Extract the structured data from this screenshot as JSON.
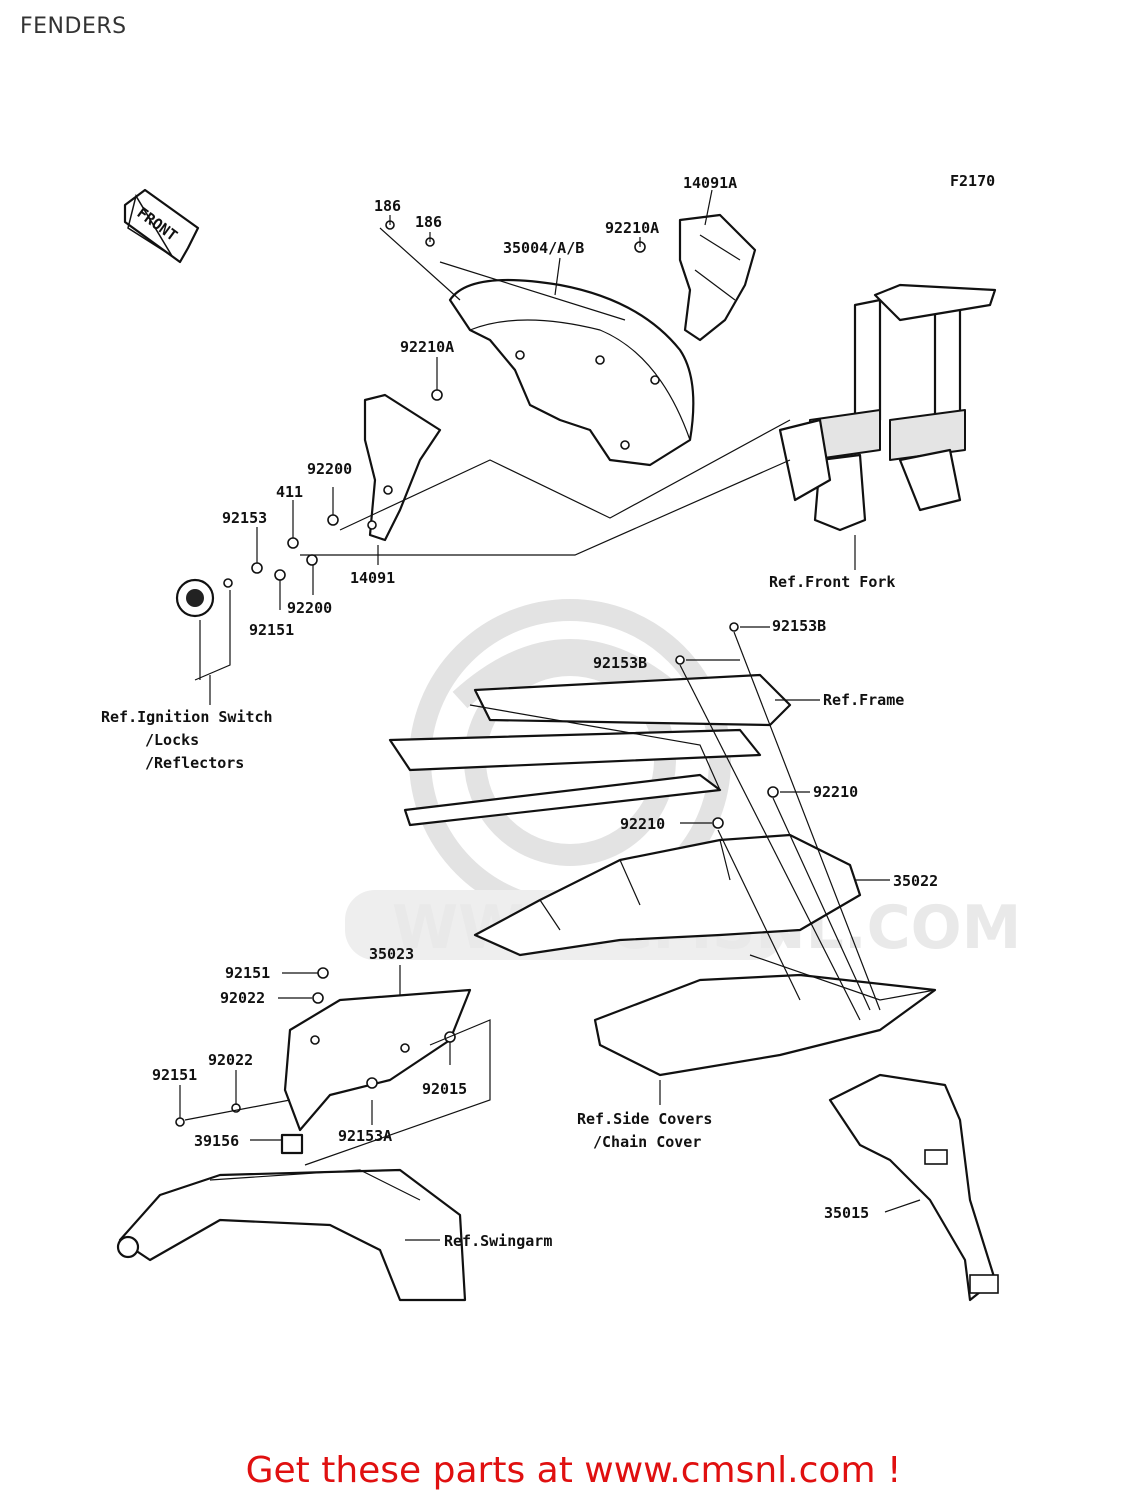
{
  "title": "FENDERS",
  "figure_code": "F2170",
  "front_arrow": "FRONT",
  "labels": {
    "p186a": "186",
    "p186b": "186",
    "p35004": "35004/A/B",
    "p92210A_top": "92210A",
    "p14091A": "14091A",
    "p92210A_mid": "92210A",
    "p92200_top": "92200",
    "p411": "411",
    "p92153": "92153",
    "p14091": "14091",
    "p92200_bot": "92200",
    "p92151_top": "92151",
    "p92153B_a": "92153B",
    "p92153B_b": "92153B",
    "p92210_a": "92210",
    "p92210_b": "92210",
    "p35022": "35022",
    "p35023": "35023",
    "p92151_b": "92151",
    "p92022_a": "92022",
    "p92022_b": "92022",
    "p92151_c": "92151",
    "p92015": "92015",
    "p39156": "39156",
    "p92153A": "92153A",
    "p35015": "35015"
  },
  "refs": {
    "front_fork": "Ref.Front Fork",
    "ignition_1": "Ref.Ignition Switch",
    "ignition_2": "/Locks",
    "ignition_3": "/Reflectors",
    "frame": "Ref.Frame",
    "side_covers_1": "Ref.Side Covers",
    "side_covers_2": "/Chain Cover",
    "swingarm": "Ref.Swingarm"
  },
  "watermark": "WWW.CMSNL.COM",
  "footer": "Get these parts at www.cmsnl.com !"
}
